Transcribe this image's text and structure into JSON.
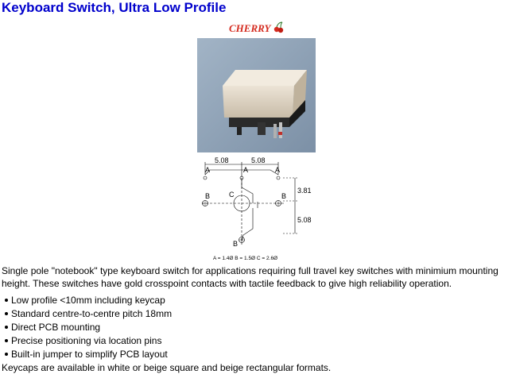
{
  "page": {
    "title": "Keyboard Switch, Ultra Low Profile"
  },
  "logo": {
    "text": "CHERRY",
    "color": "#d42a1e"
  },
  "drawing": {
    "dim_top_left": "5.08",
    "dim_top_right": "5.08",
    "dim_right_top": "3.81",
    "dim_right_bottom": "5.08",
    "label_a1": "A",
    "label_a2": "A",
    "label_a3": "A",
    "label_b_left": "B",
    "label_b_right": "B",
    "label_b_bottom": "B",
    "label_c": "C",
    "caption": "A = 1.4Ø  B = 1.5Ø  C = 2.6Ø"
  },
  "description": "Single pole \"notebook\" type keyboard switch for applications requiring full travel key switches with minimium mounting height. These switches have gold crosspoint contacts with tactile feedback to give high reliability operation.",
  "features": [
    "Low profile <10mm including keycap",
    "Standard centre-to-centre pitch 18mm",
    "Direct PCB mounting",
    "Precise positioning via location pins",
    "Built-in jumper to simplify PCB layout"
  ],
  "closing": "Keycaps are available in white or beige square and beige rectangular formats.",
  "colors": {
    "title": "#0000cc",
    "photo_background": "#8ea2b8",
    "keycap": "#dcd2c2"
  }
}
